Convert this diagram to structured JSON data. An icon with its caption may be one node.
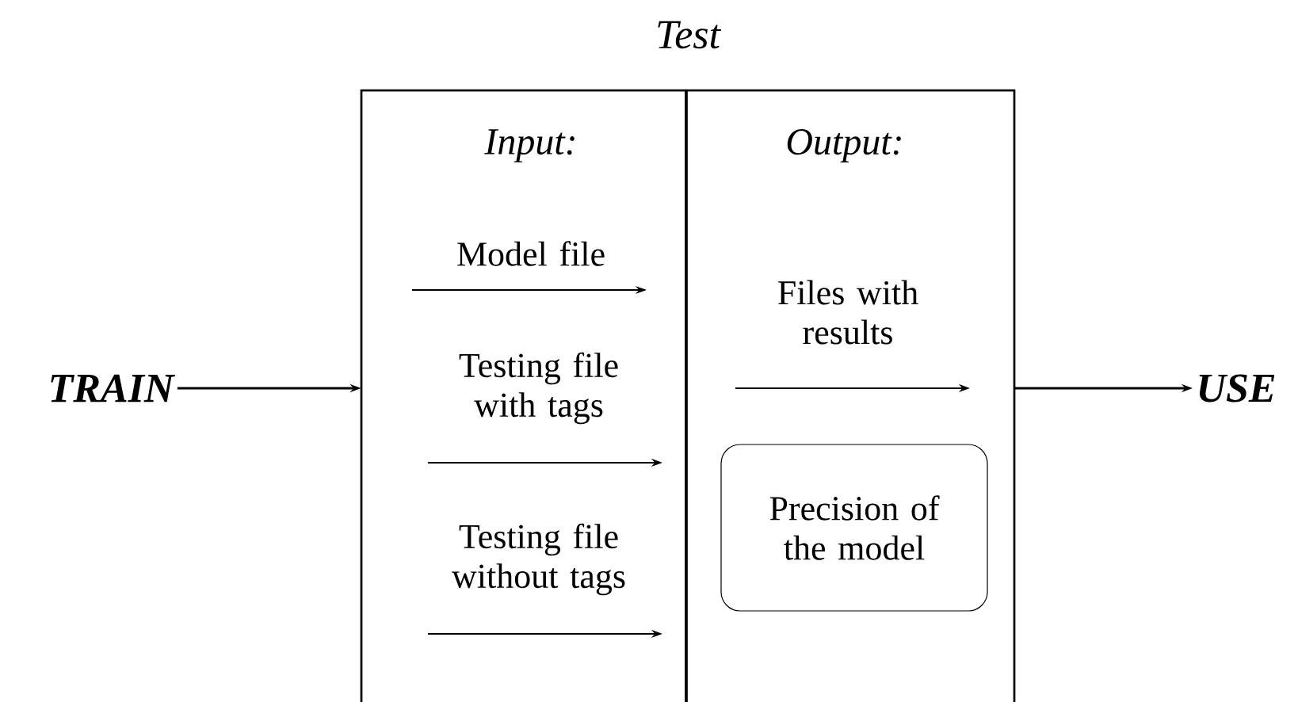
{
  "diagram": {
    "nodes": [
      {
        "text": [
          "TRAIN"
        ]
      },
      {
        "text": [
          "Test"
        ]
      },
      {
        "text": [
          "Input:"
        ],
        "in": 1
      },
      {
        "text": [
          "Output:"
        ],
        "in": 1
      },
      {
        "text": [
          "Precision of the model"
        ],
        "in": 3
      },
      {
        "text": [
          "USE"
        ]
      }
    ],
    "edges": [
      {
        "from": 0,
        "to": 1,
        "arrow": "to"
      },
      {
        "from": 1,
        "to": 5,
        "arrow": "to"
      }
    ],
    "labels": [
      "Model file",
      "Testing file with tags",
      "Testing file without tags",
      "Files with results"
    ]
  }
}
